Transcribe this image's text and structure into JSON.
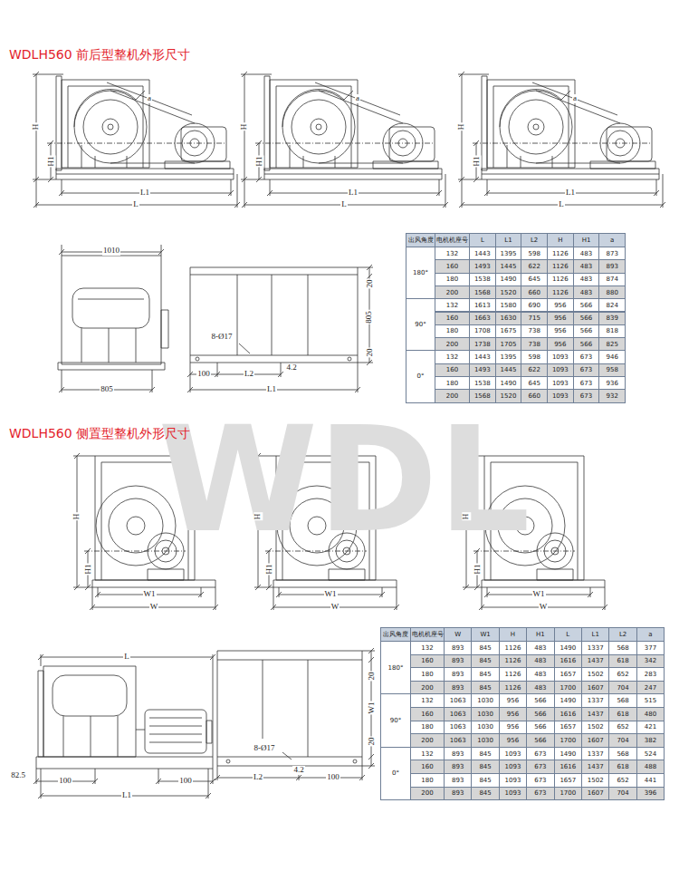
{
  "diagram": {
    "labels": [
      "WDLH560 前后型整机外形尺寸",
      "H",
      "H1",
      "a",
      "L1",
      "L",
      "H",
      "H1",
      "a",
      "L1",
      "L",
      "H",
      "H1",
      "a",
      "L1",
      "L",
      "1010",
      "805",
      "8-Ø17",
      "100",
      "L2",
      "4.2",
      "L1",
      "20",
      "805",
      "20",
      "出风角度",
      "电机机座号",
      "L",
      "L1",
      "L2",
      "H",
      "H1",
      "a",
      "180°",
      "132",
      "1443",
      "1395",
      "598",
      "1126",
      "483",
      "873",
      "160",
      "1493",
      "1445",
      "622",
      "1126",
      "483",
      "893",
      "180",
      "1538",
      "1490",
      "645",
      "1126",
      "483",
      "874",
      "200",
      "1568",
      "1520",
      "660",
      "1126",
      "483",
      "880",
      "90°",
      "132",
      "1613",
      "1580",
      "690",
      "956",
      "566",
      "824",
      "160",
      "1663",
      "1630",
      "715",
      "956",
      "566",
      "839",
      "180",
      "1708",
      "1675",
      "738",
      "956",
      "566",
      "818",
      "200",
      "1738",
      "1705",
      "738",
      "956",
      "566",
      "825",
      "0°",
      "132",
      "1443",
      "1395",
      "598",
      "1093",
      "673",
      "946",
      "160",
      "1493",
      "1445",
      "622",
      "1093",
      "673",
      "958",
      "180",
      "1538",
      "1490",
      "645",
      "1093",
      "673",
      "936",
      "200",
      "1568",
      "1520",
      "660",
      "1093",
      "673",
      "932",
      "WDLH560 侧置型整机外形尺寸",
      "H",
      "H1",
      "W1",
      "W",
      "H",
      "H1",
      "W1",
      "W",
      "H",
      "H1",
      "W1",
      "W",
      "L",
      "82.5",
      "100",
      "L1",
      "100",
      "8-Ø17",
      "L2",
      "4.2",
      "100",
      "20",
      "W1",
      "20",
      "出风角度",
      "电机机座号",
      "W",
      "W1",
      "H",
      "H1",
      "L",
      "L1",
      "L2",
      "a",
      "180°",
      "132",
      "893",
      "845",
      "1126",
      "483",
      "1490",
      "1337",
      "568",
      "377",
      "160",
      "893",
      "845",
      "1126",
      "483",
      "1616",
      "1437",
      "618",
      "342",
      "180",
      "893",
      "845",
      "1126",
      "483",
      "1657",
      "1502",
      "652",
      "283",
      "200",
      "893",
      "845",
      "1126",
      "483",
      "1700",
      "1607",
      "704",
      "247",
      "90°",
      "132",
      "1063",
      "1030",
      "956",
      "566",
      "1490",
      "1337",
      "568",
      "515",
      "160",
      "1063",
      "1030",
      "956",
      "566",
      "1616",
      "1437",
      "618",
      "480",
      "180",
      "1063",
      "1030",
      "956",
      "566",
      "1657",
      "1502",
      "652",
      "421",
      "200",
      "1063",
      "1030",
      "956",
      "566",
      "1700",
      "1607",
      "704",
      "382",
      "0°",
      "132",
      "893",
      "845",
      "1093",
      "673",
      "1490",
      "1337",
      "568",
      "524",
      "160",
      "893",
      "845",
      "1093",
      "673",
      "1616",
      "1437",
      "618",
      "488",
      "180",
      "893",
      "845",
      "1093",
      "673",
      "1657",
      "1502",
      "652",
      "441",
      "200",
      "893",
      "845",
      "1093",
      "673",
      "1700",
      "1607",
      "704",
      "396",
      "WDL"
    ]
  }
}
